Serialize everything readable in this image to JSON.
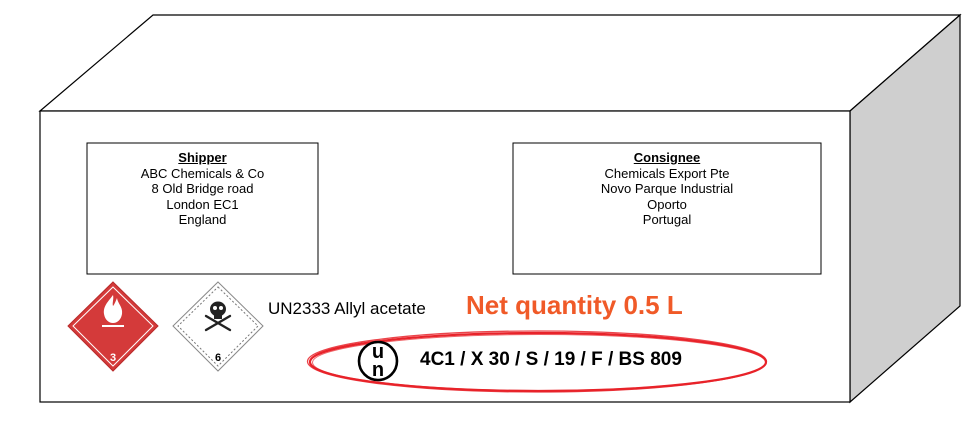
{
  "shipper": {
    "heading": "Shipper",
    "lines": [
      "ABC Chemicals & Co",
      "8 Old Bridge road",
      "London EC1",
      "England"
    ]
  },
  "consignee": {
    "heading": "Consignee",
    "lines": [
      "Chemicals Export Pte",
      "Novo Parque Industrial",
      "Oporto",
      "Portugal"
    ]
  },
  "labels": {
    "flammable_class": "3",
    "toxic_class": "6"
  },
  "un_number_text": "UN2333 Allyl acetate",
  "net_quantity": "Net quantity 0.5 L",
  "un_logo_letters": "un",
  "packaging_code": "4C1 / X 30 / S / 19 / F / BS 809",
  "colors": {
    "net_quantity": "#f05a28",
    "flammable_label": "#d43a3a",
    "highlight_ellipse": "#e8232a",
    "box_side": "#cfcfcf"
  }
}
